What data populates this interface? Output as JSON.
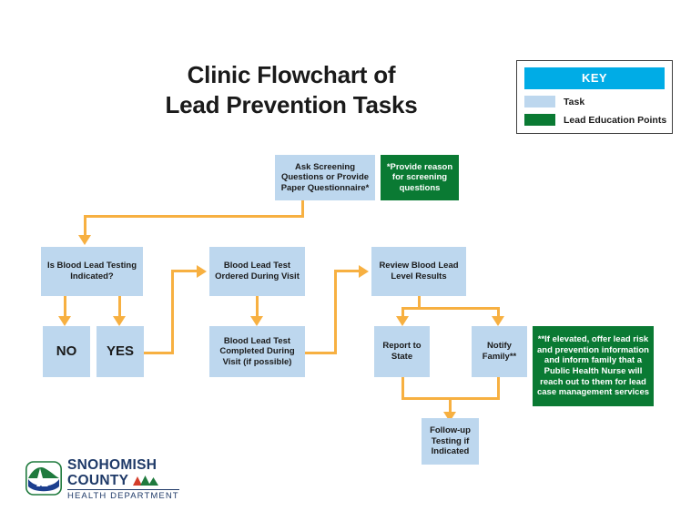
{
  "title": {
    "line1": "Clinic Flowchart of",
    "line2": "Lead Prevention Tasks"
  },
  "key": {
    "header": "KEY",
    "items": [
      {
        "label": "Task",
        "color": "#bdd7ee"
      },
      {
        "label": "Lead Education Points",
        "color": "#0a7a33"
      }
    ]
  },
  "colors": {
    "task_fill": "#bdd7ee",
    "lead_fill": "#0a7a33",
    "connector": "#f7b041",
    "key_header": "#00ace6",
    "logo_navy": "#1f3a68"
  },
  "nodes": {
    "ask_screening": "Ask Screening Questions or Provide Paper Questionnaire*",
    "provide_reason": "*Provide reason for screening questions",
    "testing_indicated": "Is Blood Lead Testing Indicated?",
    "no": "NO",
    "yes": "YES",
    "test_ordered": "Blood Lead Test Ordered During Visit",
    "test_completed": "Blood Lead Test Completed During Visit (if possible)",
    "review_results": "Review Blood Lead Level Results",
    "report_state": "Report to State",
    "notify_family": "Notify Family**",
    "elevated_note": "**If elevated, offer lead risk and prevention information and inform family that a Public Health Nurse will reach out to them for lead case management services",
    "follow_up": "Follow-up Testing if Indicated"
  },
  "logo": {
    "line1": "SNOHOMISH",
    "line2": "COUNTY",
    "line3": "HEALTH DEPARTMENT"
  }
}
